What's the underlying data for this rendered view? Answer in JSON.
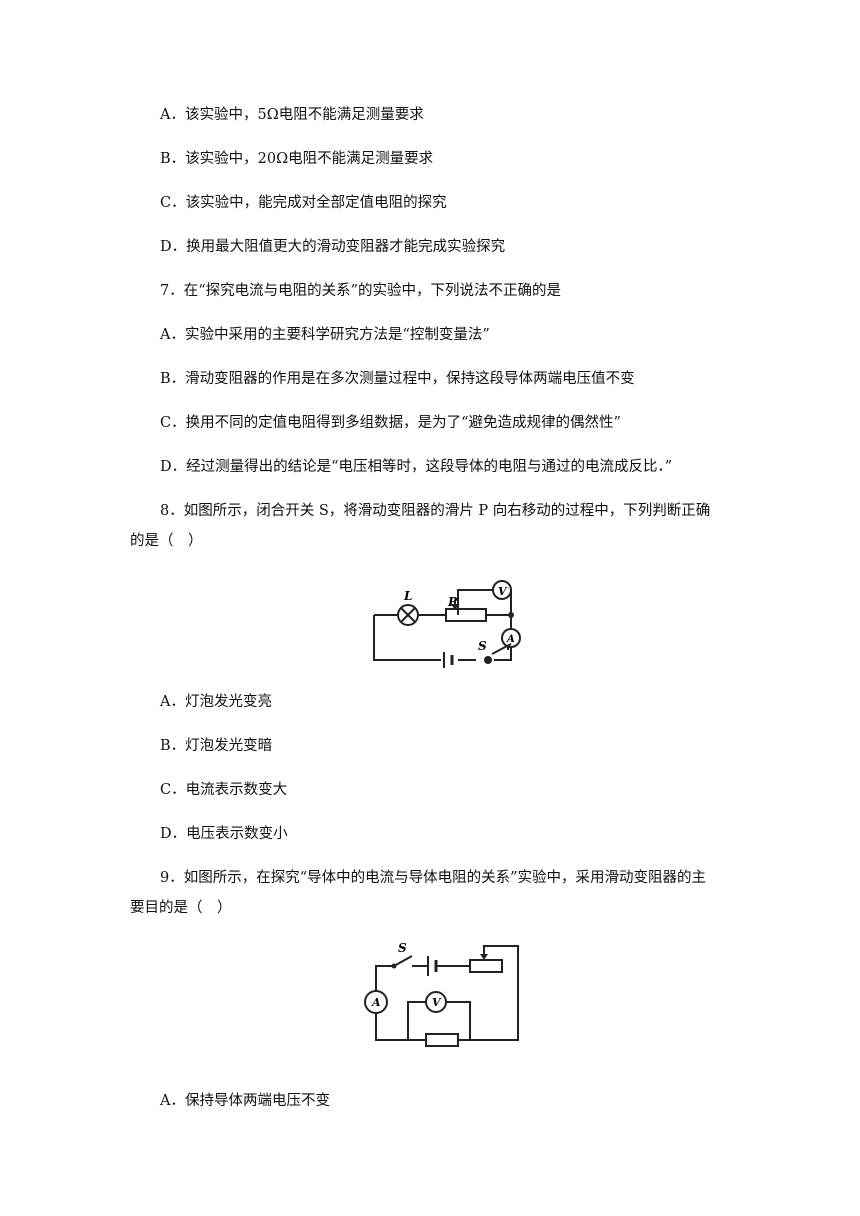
{
  "q6": {
    "options": [
      "A．该实验中，5Ω电阻不能满足测量要求",
      "B．该实验中，20Ω电阻不能满足测量要求",
      "C．该实验中，能完成对全部定值电阻的探究",
      "D．换用最大阻值更大的滑动变阻器才能完成实验探究"
    ]
  },
  "q7": {
    "stem": "7．在“探究电流与电阻的关系”的实验中，下列说法不正确的是",
    "options": [
      "A．实验中采用的主要科学研究方法是“控制变量法”",
      "B．滑动变阻器的作用是在多次测量过程中，保持这段导体两端电压值不变",
      "C．换用不同的定值电阻得到多组数据，是为了“避免造成规律的偶然性”",
      "D．经过测量得出的结论是“电压相等时，这段导体的电阻与通过的电流成反比．”"
    ]
  },
  "q8": {
    "stem_line1": "8．如图所示，闭合开关 S，将滑动变阻器的滑片 P 向右移动的过程中，下列判断正确",
    "stem_line2": "的是（　）",
    "figure_labels": {
      "lamp": "L",
      "slider": "P",
      "voltmeter": "V",
      "ammeter": "A",
      "switch": "S"
    },
    "options": [
      "A．灯泡发光变亮",
      "B．灯泡发光变暗",
      "C．电流表示数变大",
      "D．电压表示数变小"
    ]
  },
  "q9": {
    "stem_line1": "9．如图所示，在探究“导体中的电流与导体电阻的关系”实验中，采用滑动变阻器的主",
    "stem_line2": "要目的是（　）",
    "figure_labels": {
      "switch": "S",
      "ammeter": "A",
      "voltmeter": "V"
    },
    "options": [
      "A．保持导体两端电压不变"
    ]
  }
}
